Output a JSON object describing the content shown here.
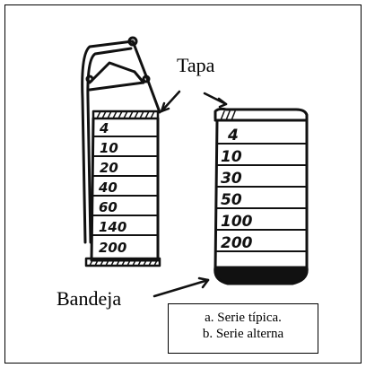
{
  "labels": {
    "tapa": "Tapa",
    "bandeja": "Bandeja"
  },
  "caption": {
    "line_a": "a. Serie típica.",
    "line_b": "b. Serie alterna"
  },
  "stack_a": {
    "sieves": [
      "4",
      "10",
      "20",
      "40",
      "60",
      "140",
      "200"
    ]
  },
  "stack_b": {
    "sieves": [
      "4",
      "10",
      "30",
      "50",
      "100",
      "200"
    ]
  },
  "colors": {
    "ink": "#111111",
    "border": "#000000",
    "background": "#ffffff"
  }
}
